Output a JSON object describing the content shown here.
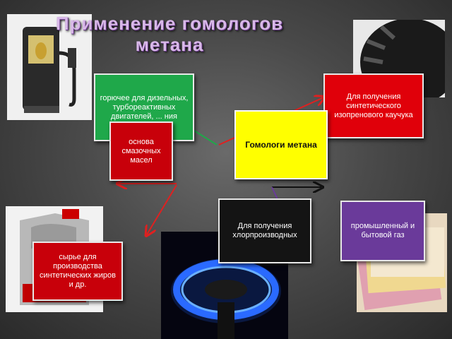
{
  "title": "Применение гомологов метана",
  "boxes": {
    "fuel": "горючее для дизельных, турбореактивных двигателей, ... ния",
    "rubber": "Для получения синтетического изопренового каучука",
    "lubricant": "основа смазочных масел",
    "homologs": "Гомологи метана",
    "chloro": "Для получения хлорпроизводных",
    "gas": "промышленный и бытовой газ",
    "fats": "сырье для производства синтетических жиров и др."
  },
  "colors": {
    "green": "#1fa84a",
    "red": "#c8000a",
    "yellow": "#ffff00",
    "black": "#141414",
    "purple": "#6a3a9a",
    "title": "#d8b8e8"
  },
  "icons": [
    "fuel-pump-icon",
    "tire-icon",
    "oil-canister-icon",
    "gas-burner-icon",
    "cloth-icon"
  ]
}
